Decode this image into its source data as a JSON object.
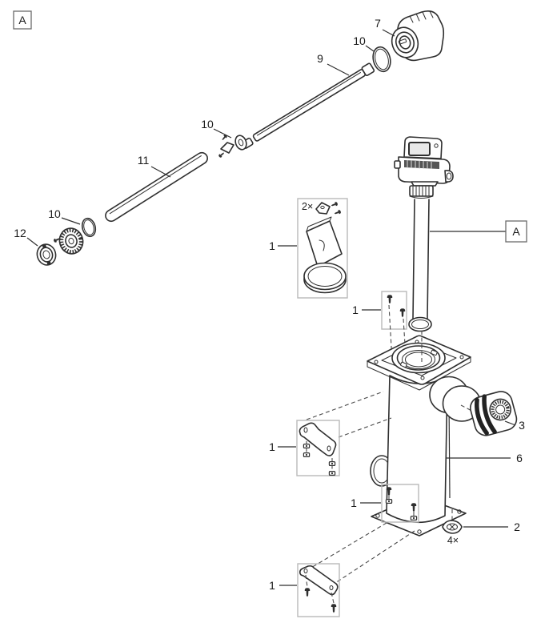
{
  "diagram": {
    "title": "exploded-parts-diagram",
    "background": "#ffffff",
    "line_color": "#2f2f2f",
    "parts_box_color": "#b9b9b9",
    "view_markers": {
      "top_left": "A",
      "tube_reference": "A"
    },
    "callouts": {
      "part7_end_cap": "7",
      "oring_top": "10",
      "glass_tube": "9",
      "oring_mid": "10",
      "quartz_tube": "11",
      "oring_left": "10",
      "bayonet_cap": "12",
      "service_kit": "1",
      "service_kit_qty": "2×",
      "screws_top": "1",
      "bracket_mid": "1",
      "hose_nut": "3",
      "housing_body": "6",
      "screws_low": "1",
      "foot_clip": "2",
      "foot_clip_qty": "4×",
      "bracket_bottom": "1"
    }
  }
}
